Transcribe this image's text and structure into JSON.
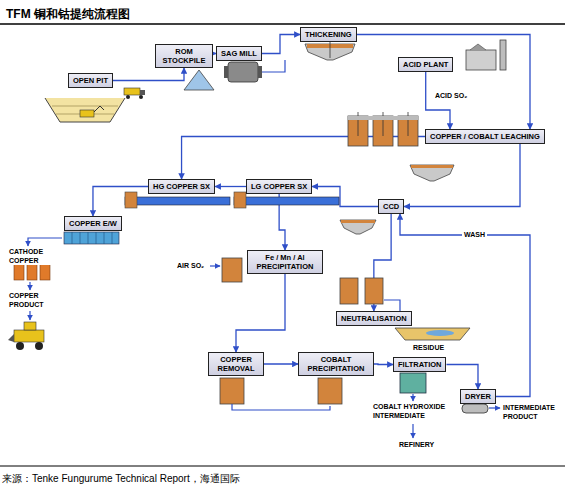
{
  "diagram": {
    "title": "TFM 铜和钴提纯流程图",
    "caption": "来源：Tenke Fungurume Technical Report，海通国际",
    "nodes": [
      {
        "text": [
          "OPEN PIT"
        ]
      },
      {
        "text": [
          "ROM STOCKPILE"
        ]
      },
      {
        "text": [
          "SAG MILL"
        ]
      },
      {
        "text": [
          "THICKENING"
        ]
      },
      {
        "text": [
          "ACID PLANT"
        ]
      },
      {
        "text": [
          "COPPER / COBALT LEACHING"
        ]
      },
      {
        "text": [
          "CCD"
        ]
      },
      {
        "text": [
          "HG COPPER SX"
        ]
      },
      {
        "text": [
          "LG COPPER SX"
        ]
      },
      {
        "text": [
          "COPPER E/W"
        ]
      },
      {
        "text": [
          "Fe / Mn / Al PRECIPITATION"
        ]
      },
      {
        "text": [
          "NEUTRALISATION"
        ]
      },
      {
        "text": [
          "COPPER REMOVAL"
        ]
      },
      {
        "text": [
          "COBALT PRECIPITATION"
        ]
      },
      {
        "text": [
          "FILTRATION"
        ]
      },
      {
        "text": [
          "DRYER"
        ]
      }
    ],
    "edges": [
      {
        "from": 0,
        "to": 1,
        "arrow": "to"
      },
      {
        "from": 1,
        "to": 2,
        "arrow": "to"
      },
      {
        "from": 2,
        "to": 3,
        "arrow": "to"
      },
      {
        "from": 3,
        "to": 5,
        "arrow": "to"
      },
      {
        "from": 4,
        "to": 5,
        "arrow": "to"
      },
      {
        "from": 5,
        "to": 6,
        "arrow": "to"
      },
      {
        "from": 5,
        "to": 7,
        "arrow": "to"
      },
      {
        "from": 8,
        "to": 7,
        "arrow": "to"
      },
      {
        "from": 6,
        "to": 8,
        "arrow": "to"
      },
      {
        "from": 7,
        "to": 9,
        "arrow": "to"
      },
      {
        "from": 8,
        "to": 10,
        "arrow": "to"
      },
      {
        "from": 10,
        "to": 12,
        "arrow": "to"
      },
      {
        "from": 12,
        "to": 13,
        "arrow": "to"
      },
      {
        "from": 13,
        "to": 14,
        "arrow": "to"
      },
      {
        "from": 14,
        "to": 15,
        "arrow": "to"
      },
      {
        "from": 6,
        "to": 11,
        "arrow": "to"
      },
      {
        "from": 15,
        "to": 6,
        "label": "WASH",
        "arrow": "to"
      }
    ],
    "labels": [
      "ACID SO₂",
      "AIR SO₂",
      "CATHODE COPPER",
      "COPPER PRODUCT",
      "RESIDUE",
      "COBALT HYDROXIDE INTERMEDIATE",
      "REFINERY",
      "INTERMEDIATE PRODUCT"
    ]
  }
}
